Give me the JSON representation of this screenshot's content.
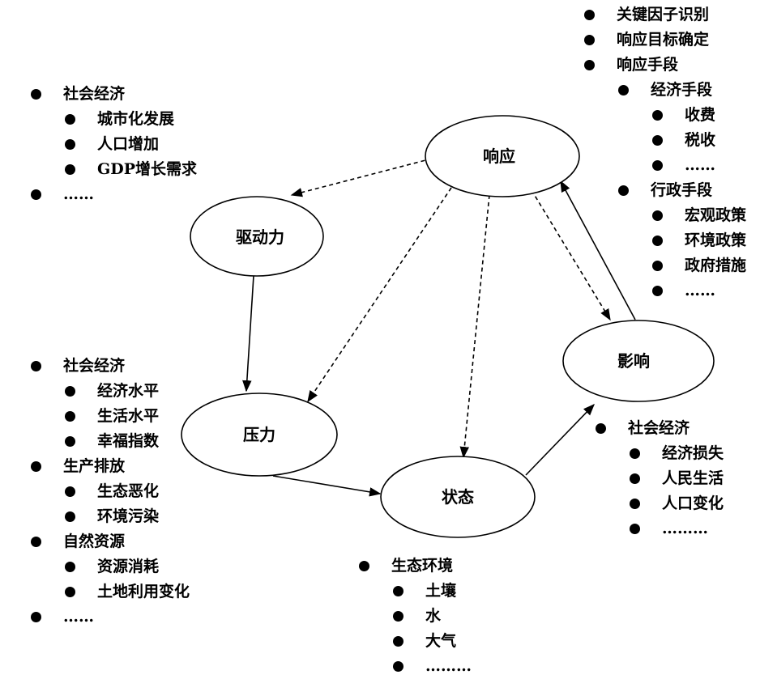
{
  "nodes": {
    "response": "响应",
    "driver": "驱动力",
    "pressure": "压力",
    "state": "状态",
    "impact": "影响"
  },
  "lists": {
    "response_list": [
      {
        "level": 0,
        "text": "关键因子识别"
      },
      {
        "level": 0,
        "text": "响应目标确定"
      },
      {
        "level": 0,
        "text": "响应手段"
      },
      {
        "level": 1,
        "text": "经济手段"
      },
      {
        "level": 2,
        "text": "收费"
      },
      {
        "level": 2,
        "text": "税收"
      },
      {
        "level": 2,
        "text": "……"
      },
      {
        "level": 1,
        "text": "行政手段"
      },
      {
        "level": 2,
        "text": "宏观政策"
      },
      {
        "level": 2,
        "text": "环境政策"
      },
      {
        "level": 2,
        "text": "政府措施"
      },
      {
        "level": 2,
        "text": "……"
      }
    ],
    "driver_list": [
      {
        "level": 0,
        "text": "社会经济"
      },
      {
        "level": 1,
        "text": "城市化发展"
      },
      {
        "level": 1,
        "text": "人口增加"
      },
      {
        "level": 1,
        "text": "GDP增长需求"
      },
      {
        "level": 0,
        "text": "……"
      }
    ],
    "pressure_list": [
      {
        "level": 0,
        "text": "社会经济"
      },
      {
        "level": 1,
        "text": "经济水平"
      },
      {
        "level": 1,
        "text": "生活水平"
      },
      {
        "level": 1,
        "text": "幸福指数"
      },
      {
        "level": 0,
        "text": "生产排放"
      },
      {
        "level": 1,
        "text": "生态恶化"
      },
      {
        "level": 1,
        "text": "环境污染"
      },
      {
        "level": 0,
        "text": "自然资源"
      },
      {
        "level": 1,
        "text": "资源消耗"
      },
      {
        "level": 1,
        "text": "土地利用变化"
      },
      {
        "level": 0,
        "text": "……"
      }
    ],
    "impact_list": [
      {
        "level": 0,
        "text": "社会经济"
      },
      {
        "level": 1,
        "text": "经济损失"
      },
      {
        "level": 1,
        "text": "人民生活"
      },
      {
        "level": 1,
        "text": "人口变化"
      },
      {
        "level": 1,
        "text": "………"
      }
    ],
    "state_list": [
      {
        "level": 0,
        "text": "生态环境"
      },
      {
        "level": 1,
        "text": "土壤"
      },
      {
        "level": 1,
        "text": "水"
      },
      {
        "level": 1,
        "text": "大气"
      },
      {
        "level": 1,
        "text": "………"
      }
    ]
  },
  "style": {
    "stroke": "#000000",
    "background": "#ffffff"
  }
}
